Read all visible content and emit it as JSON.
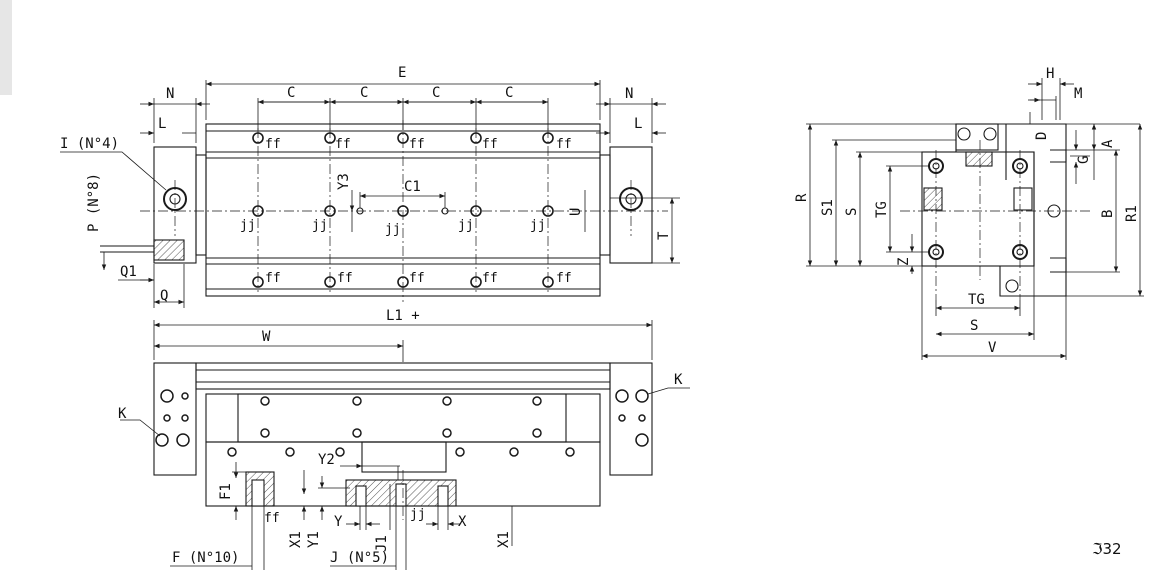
{
  "drawing_code": "ℑ32",
  "top_view": {
    "E": "E",
    "C": "C",
    "N": "N",
    "L": "L",
    "I": "I (N°4)",
    "P": "P (N°8)",
    "Q1": "Q1",
    "Q": "Q",
    "Y3": "Y3",
    "C1": "C1",
    "U": "U",
    "T": "T",
    "ff": "ff",
    "jj": "jj"
  },
  "front_view": {
    "L1": "L1 +",
    "W": "W",
    "K": "K",
    "F1": "F1",
    "Y2": "Y2",
    "X1": "X1",
    "Y1": "Y1",
    "Y": "Y",
    "J1": "J1",
    "X": "X",
    "ff": "ff",
    "jj": "jj",
    "F": "F (N°10)",
    "J": "J (N°5)"
  },
  "side_view": {
    "H": "H",
    "M": "M",
    "D": "D",
    "A": "A",
    "G": "G",
    "R": "R",
    "S1": "S1",
    "S": "S",
    "TG": "TG",
    "Z": "Z",
    "B": "B",
    "R1": "R1",
    "TG_bottom": "TG",
    "S_bottom": "S",
    "V": "V"
  },
  "colors": {
    "line": "#1a1a1a",
    "hatch": "#555555",
    "sidebar": "#e6e6e6"
  }
}
